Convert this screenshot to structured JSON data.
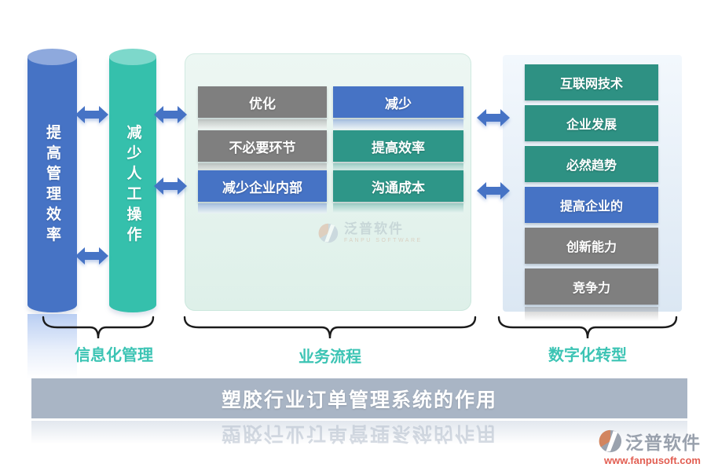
{
  "title_bar": {
    "text": "塑胶行业订单管理系统的作用"
  },
  "colors": {
    "gray": "#7f7f7f",
    "blue": "#4673c5",
    "teal_mid": "#2e9688",
    "teal_right": "#2e9183",
    "cylinder_blue": "#4673c5",
    "cylinder_blue_top": "#8ea9dd",
    "cylinder_teal": "#35c0ac",
    "cylinder_teal_top": "#7dd8cb",
    "title_bar_bg": "#a9b5c5",
    "group_label": "#3cc4b4",
    "arrow": "#4673c5"
  },
  "cylinders": [
    {
      "label": "提高管理效率",
      "color": "#4673c5",
      "top_color": "#8ea9dd"
    },
    {
      "label": "减少人工操作",
      "color": "#35c0ac",
      "top_color": "#7dd8cb"
    }
  ],
  "middle_panel": {
    "boxes": [
      {
        "label": "优化",
        "color": "#7f7f7f"
      },
      {
        "label": "减少",
        "color": "#4673c5"
      },
      {
        "label": "不必要环节",
        "color": "#7f7f7f"
      },
      {
        "label": "提高效率",
        "color": "#2e9688"
      },
      {
        "label": "减少企业内部",
        "color": "#4673c5"
      },
      {
        "label": "沟通成本",
        "color": "#2e9688"
      }
    ]
  },
  "right_panel": {
    "boxes": [
      {
        "label": "互联网技术",
        "color": "#2e9183"
      },
      {
        "label": "企业发展",
        "color": "#2e9183"
      },
      {
        "label": "必然趋势",
        "color": "#2e9183"
      },
      {
        "label": "提高企业的",
        "color": "#4673c5"
      },
      {
        "label": "创新能力",
        "color": "#7f7f7f"
      },
      {
        "label": "竞争力",
        "color": "#7f7f7f"
      }
    ]
  },
  "groups": [
    {
      "label": "信息化管理"
    },
    {
      "label": "业务流程"
    },
    {
      "label": "数字化转型"
    }
  ],
  "watermark": {
    "brand": "泛普软件",
    "subtext": "FANPU SOFTWARE"
  },
  "footer": {
    "brand": "泛普软件",
    "url": "www.fanpusoft.com"
  }
}
